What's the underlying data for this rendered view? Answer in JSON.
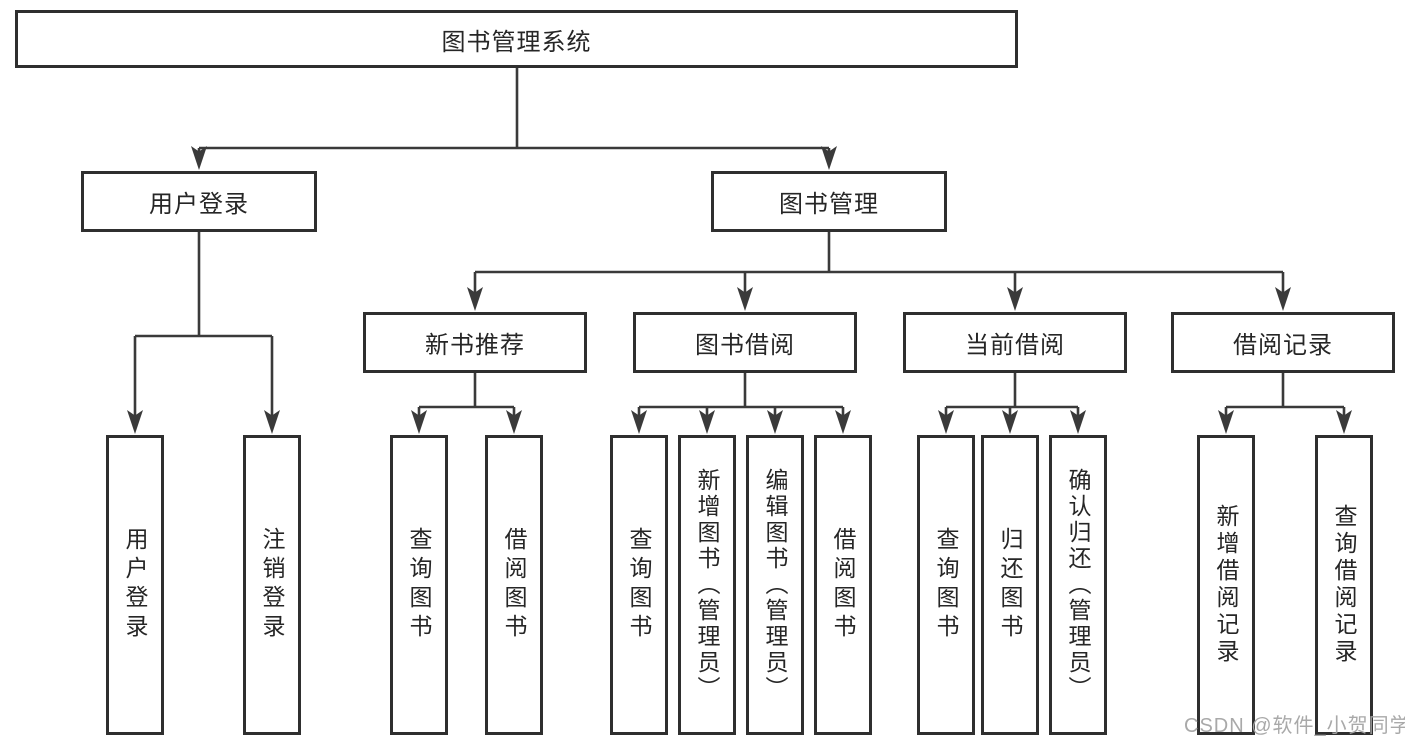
{
  "diagram": {
    "root": {
      "label": "图书管理系统"
    },
    "level2": [
      {
        "id": "user-login",
        "label": "用户登录"
      },
      {
        "id": "book-management",
        "label": "图书管理"
      }
    ],
    "level3": [
      {
        "id": "new-book-recommend",
        "label": "新书推荐"
      },
      {
        "id": "book-borrowing",
        "label": "图书借阅"
      },
      {
        "id": "current-borrowing",
        "label": "当前借阅"
      },
      {
        "id": "borrow-records",
        "label": "借阅记录"
      }
    ],
    "leaves": {
      "user_login": [
        "用户登录",
        "注销登录"
      ],
      "new_book": [
        "查询图书",
        "借阅图书"
      ],
      "book_borrow": [
        "查询图书",
        "新增图书（管理员）",
        "编辑图书（管理员）",
        "借阅图书"
      ],
      "current_borrow": [
        "查询图书",
        "归还图书",
        "确认归还（管理员）"
      ],
      "borrow_record": [
        "新增借阅记录",
        "查询借阅记录"
      ]
    }
  },
  "watermark": {
    "text": "CSDN @软件_小贺同学"
  },
  "colors": {
    "line": "#3a3a3a",
    "border": "#2f2f2f",
    "text": "#262626",
    "watermark": "#a4a4a4"
  }
}
